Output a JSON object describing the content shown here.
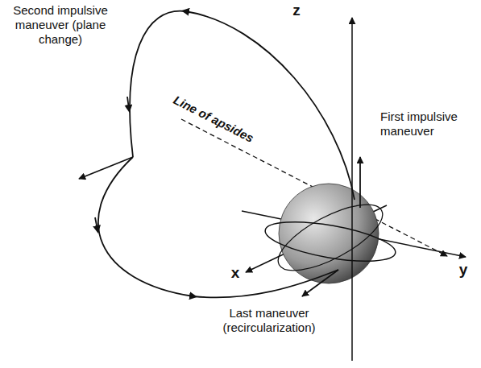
{
  "diagram": {
    "labels": [
      "Second impulsive maneuver (plane change)",
      "Line of apsides",
      "z",
      "First impulsive maneuver",
      "y",
      "x",
      "Last maneuver (recircularization)"
    ]
  }
}
